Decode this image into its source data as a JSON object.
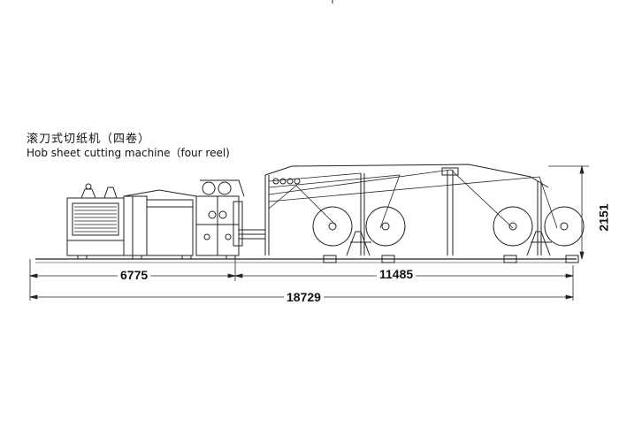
{
  "title": {
    "chinese": "滚刀式切纸机（四卷）",
    "english": "Hob sheet cutting machine（four reel)"
  },
  "dimensions": {
    "left_section": "6775",
    "right_section": "11485",
    "total_length": "18729",
    "height": "2151"
  }
}
